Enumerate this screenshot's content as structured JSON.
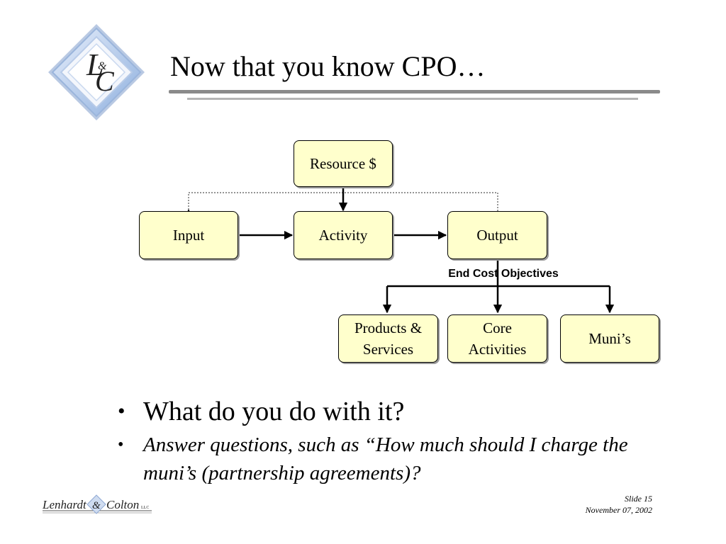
{
  "slide": {
    "title": "Now that you know CPO…",
    "slide_number": "Slide 15",
    "date": "November 07, 2002"
  },
  "logo": {
    "monogram_top": "L",
    "monogram_amp": "&",
    "monogram_bottom": "C"
  },
  "footer_logo": {
    "left": "Lenhardt",
    "amp": "&",
    "right": "Colton",
    "suffix": "LLC"
  },
  "diagram": {
    "nodes": {
      "resource": "Resource $",
      "input": "Input",
      "activity": "Activity",
      "output": "Output",
      "products_line1": "Products &",
      "products_line2": "Services",
      "core_line1": "Core",
      "core_line2": "Activities",
      "munis": "Muni’s"
    },
    "end_cost_label": "End Cost Objectives"
  },
  "bullets": [
    "What do you do with it?",
    "Answer questions, such as “How much should I charge the muni’s (partnership agreements)?"
  ],
  "colors": {
    "node_fill": "#ffffcc",
    "rule_dark": "#8a8a8a",
    "rule_light": "#b4b4b4",
    "logo_blue": "#a9c3e6"
  }
}
